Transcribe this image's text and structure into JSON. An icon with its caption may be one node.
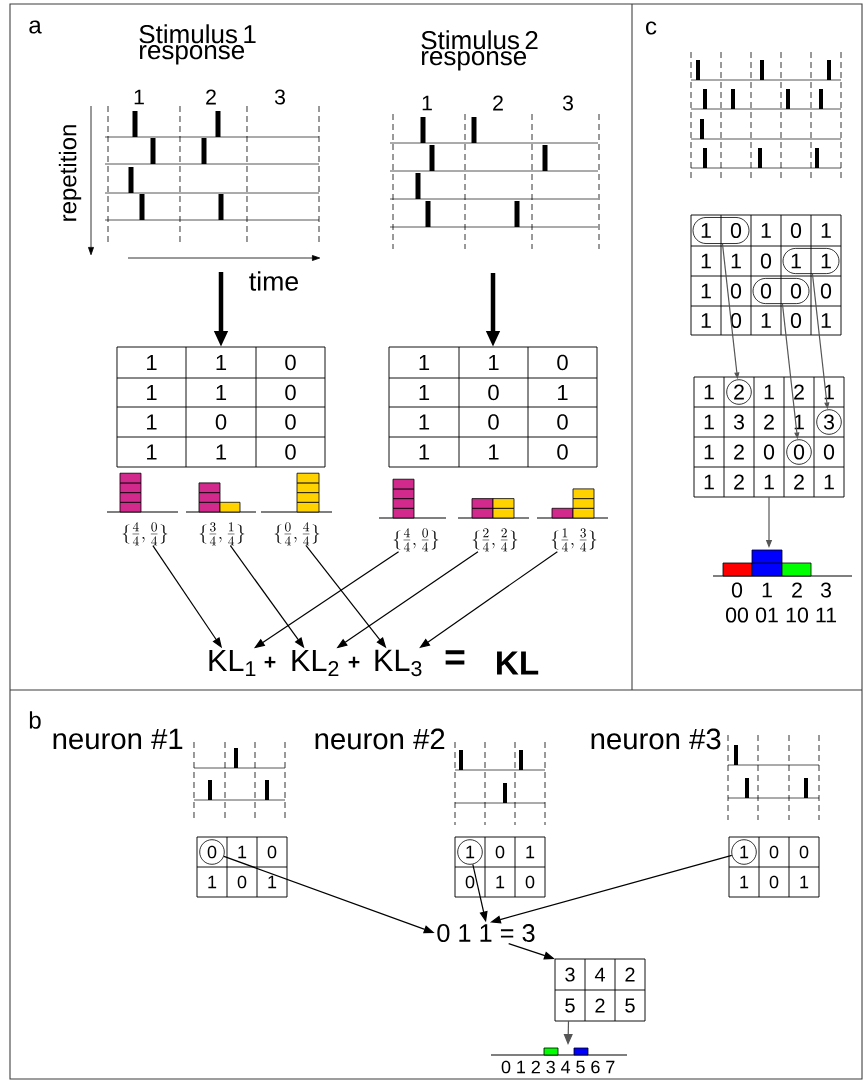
{
  "diagram": {
    "nodes": [
      {
        "text": [
          "Stimulus 1 response",
          "1",
          "2",
          "3"
        ]
      },
      {
        "text": [
          "Stimulus 2 response",
          "1",
          "2",
          "3"
        ]
      },
      {
        "text": [
          "1",
          "1",
          "0",
          "1",
          "1",
          "0",
          "1",
          "0",
          "0",
          "1",
          "1",
          "0"
        ]
      },
      {
        "text": [
          "1",
          "1",
          "0",
          "1",
          "0",
          "1",
          "1",
          "0",
          "0",
          "1",
          "1",
          "0"
        ]
      },
      {
        "text": [
          "\\{\\frac{4}{4},\\frac{0}{4}\\}"
        ]
      },
      {
        "text": [
          "\\{\\frac{3}{4},\\frac{1}{4}\\}"
        ]
      },
      {
        "text": [
          "\\{\\frac{0}{4},\\frac{4}{4}\\}"
        ]
      },
      {
        "text": [
          "\\{\\frac{4}{4},\\frac{0}{4}\\}"
        ]
      },
      {
        "text": [
          "\\{\\frac{2}{4},\\frac{2}{4}\\}"
        ]
      },
      {
        "text": [
          "\\{\\frac{1}{4},\\frac{3}{4}\\}"
        ]
      },
      {
        "text": [
          "KL$_{1}$"
        ]
      },
      {
        "text": [
          "KL$_{2}$"
        ]
      },
      {
        "text": [
          "KL$_{3}$"
        ]
      },
      {
        "text": [
          "1",
          "0",
          "1",
          "1",
          "1",
          "0",
          "1",
          "0",
          "0",
          "1",
          "0",
          "1",
          "0",
          "1"
        ]
      },
      {
        "text": [
          "1",
          "0"
        ],
        "in": 13
      },
      {
        "text": [
          "1",
          "1"
        ],
        "in": 13
      },
      {
        "text": [
          "0",
          "0"
        ],
        "in": 13
      },
      {
        "text": [
          "1",
          "1",
          "2",
          "1",
          "1",
          "3",
          "2",
          "1",
          "1",
          "2",
          "0",
          "0",
          "1",
          "2",
          "1",
          "2",
          "1"
        ]
      },
      {
        "text": [
          "2"
        ],
        "in": 17
      },
      {
        "text": [
          "3"
        ],
        "in": 17
      },
      {
        "text": [
          "0"
        ],
        "in": 17
      },
      {
        "text": [
          "0",
          "1",
          "2",
          "3",
          "00",
          "01",
          "10",
          "11"
        ]
      },
      {
        "text": [
          "1",
          "0",
          "1",
          "0",
          "1"
        ]
      },
      {
        "text": [
          "0"
        ],
        "in": 22
      },
      {
        "text": [
          "0",
          "1",
          "0",
          "1",
          "0"
        ]
      },
      {
        "text": [
          "1"
        ],
        "in": 24
      },
      {
        "text": [
          "0",
          "0",
          "1",
          "0",
          "1"
        ]
      },
      {
        "text": [
          "1"
        ],
        "in": 26
      },
      {
        "text": [
          "0 1 1 = 3"
        ]
      },
      {
        "text": [
          "3",
          "4",
          "2",
          "5",
          "2",
          "5"
        ]
      },
      {
        "text": [
          "0",
          "1",
          "2",
          "3",
          "4",
          "5",
          "6",
          "7"
        ]
      }
    ],
    "edges": [
      {
        "from": 0,
        "to": 2,
        "arrow": "to",
        "style": "thick"
      },
      {
        "from": 1,
        "to": 3,
        "arrow": "to",
        "style": "thick"
      },
      {
        "from": 4,
        "to": 10,
        "arrow": "to"
      },
      {
        "from": 5,
        "to": 11,
        "arrow": "to"
      },
      {
        "from": 6,
        "to": 12,
        "arrow": "to"
      },
      {
        "from": 7,
        "to": 10,
        "arrow": "to"
      },
      {
        "from": 8,
        "to": 11,
        "arrow": "to"
      },
      {
        "from": 9,
        "to": 12,
        "arrow": "to"
      },
      {
        "from": 14,
        "to": 18,
        "arrow": "to",
        "color": "#555555"
      },
      {
        "from": 15,
        "to": 19,
        "arrow": "to",
        "color": "#555555"
      },
      {
        "from": 16,
        "to": 20,
        "arrow": "to",
        "color": "#555555"
      },
      {
        "from": 17,
        "to": 21,
        "arrow": "to",
        "color": "#555555"
      },
      {
        "from": 23,
        "to": 28,
        "arrow": "to"
      },
      {
        "from": 25,
        "to": 28,
        "arrow": "to"
      },
      {
        "from": 27,
        "to": 28,
        "arrow": "to"
      },
      {
        "from": 28,
        "to": 29,
        "arrow": "to"
      },
      {
        "from": 29,
        "to": 30,
        "arrow": "to",
        "color": "#555555"
      }
    ],
    "labels": [
      "a",
      "repetition",
      "time",
      "+",
      "+",
      "=",
      "KL",
      "c",
      "b",
      "neuron #1",
      "neuron #2",
      "neuron #3"
    ]
  }
}
